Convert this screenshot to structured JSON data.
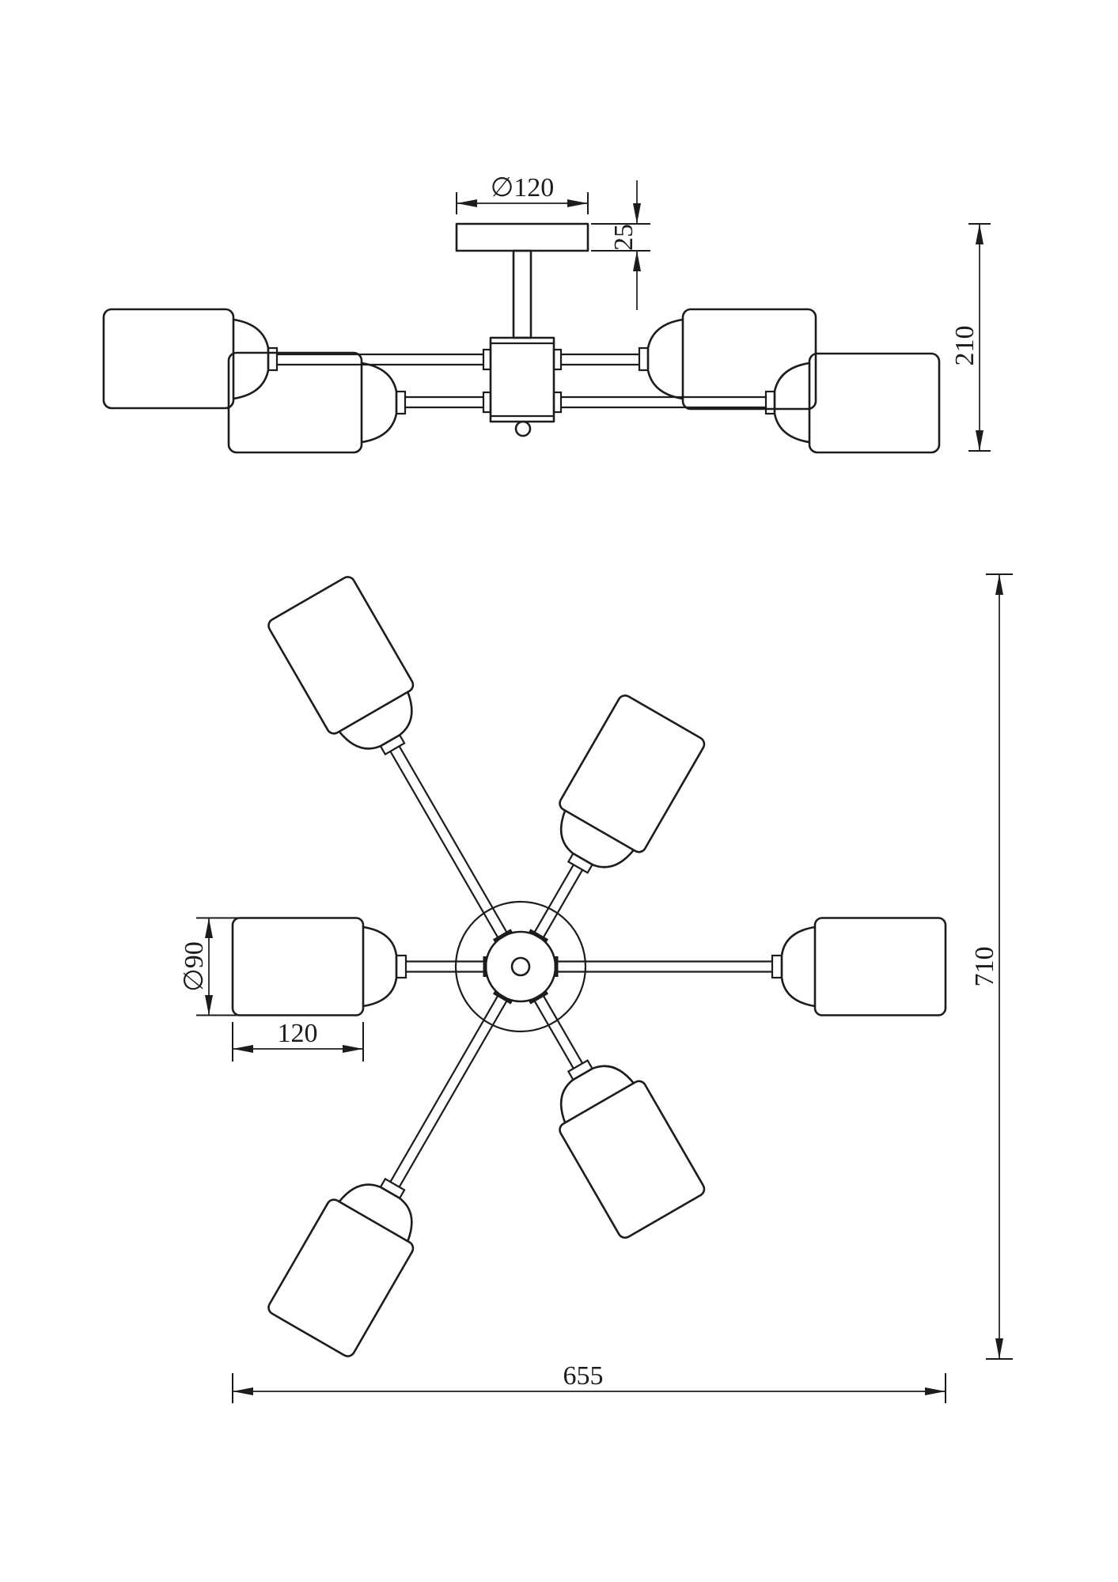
{
  "colors": {
    "line": "#1c1c1c",
    "background": "#ffffff"
  },
  "dimensions": {
    "side_view": {
      "canopy_diameter": "∅120",
      "canopy_height": "25",
      "total_height": "210"
    },
    "plan_view": {
      "shade_diameter": "∅90",
      "shade_length": "120",
      "overall_width": "655",
      "overall_depth": "710"
    }
  }
}
